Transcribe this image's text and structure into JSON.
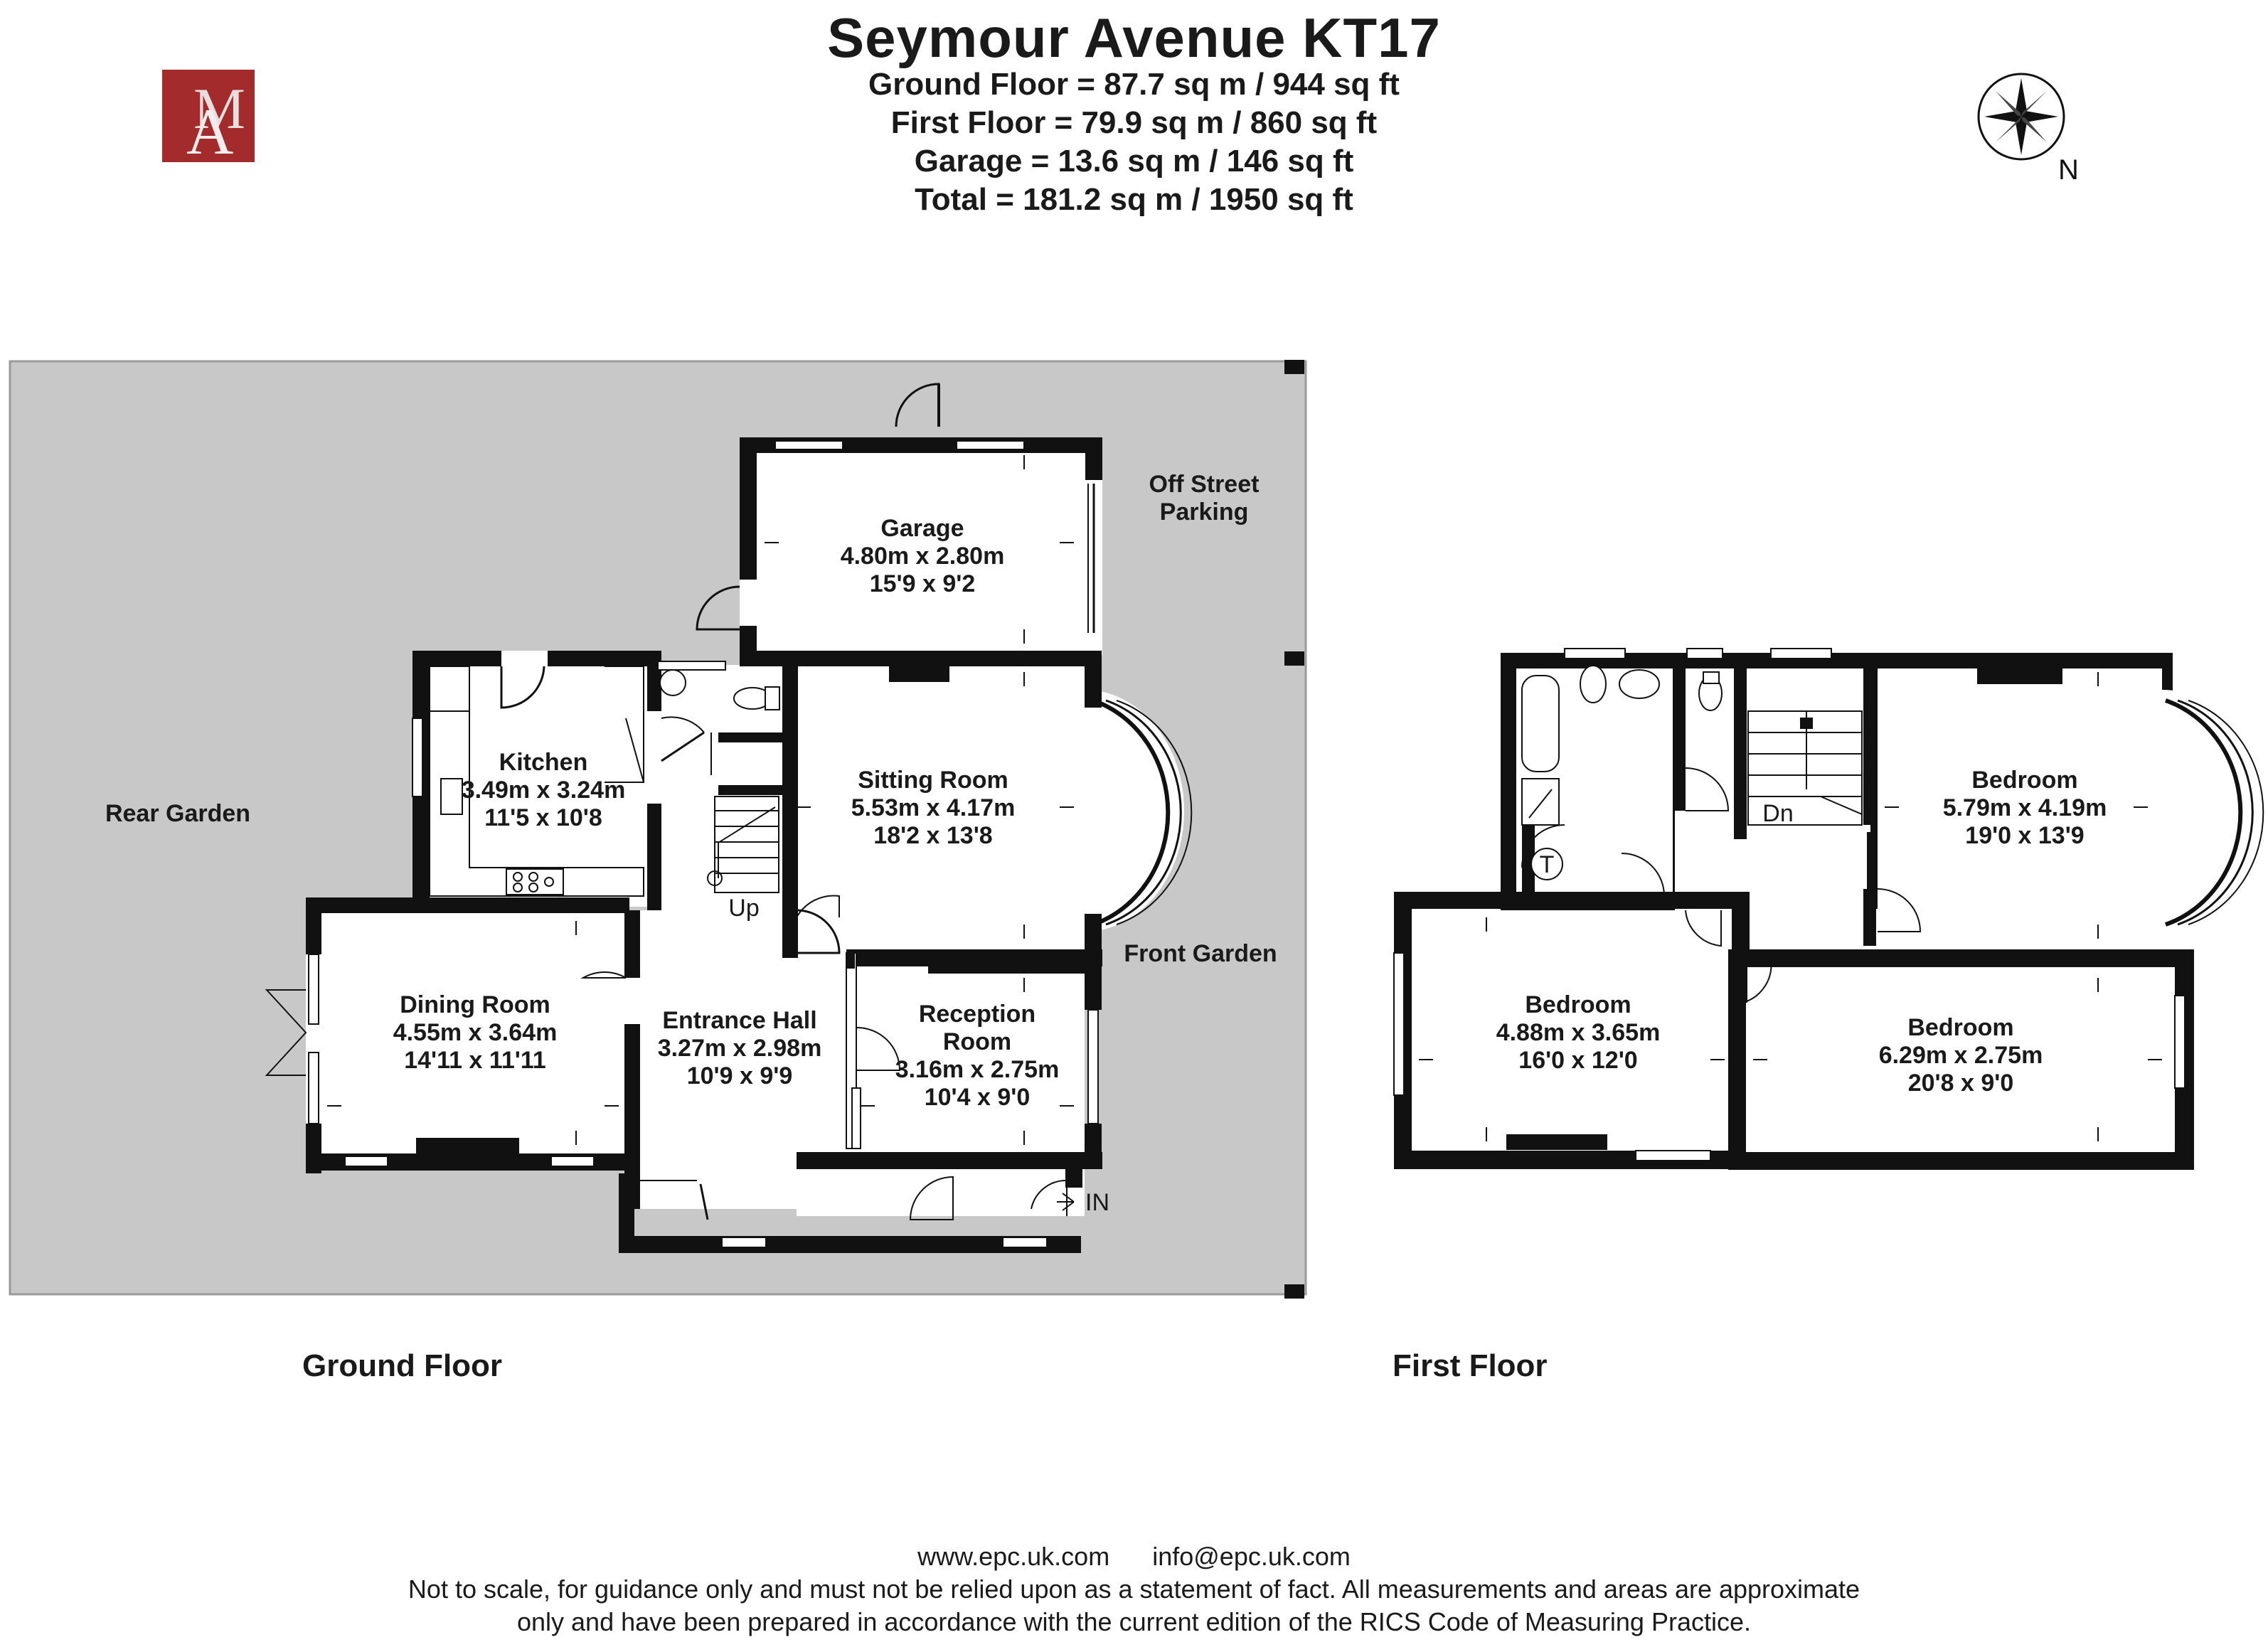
{
  "header": {
    "title": "Seymour Avenue KT17",
    "areas": [
      "Ground Floor = 87.7 sq m / 944 sq ft",
      "First Floor = 79.9 sq m / 860 sq ft",
      "Garage  = 13.6 sq m / 146 sq ft",
      "Total  = 181.2 sq m / 1950 sq ft"
    ]
  },
  "compass": {
    "north_label": "N"
  },
  "outdoor": {
    "off_street_1": "Off Street",
    "off_street_2": "Parking",
    "rear_garden": "Rear Garden",
    "front_garden": "Front Garden",
    "entrance": "IN"
  },
  "ground_floor": {
    "label": "Ground Floor",
    "stairs": "Up",
    "rooms": {
      "garage": {
        "name": "Garage",
        "metric": "4.80m x 2.80m",
        "imperial": "15'9 x 9'2"
      },
      "kitchen": {
        "name": "Kitchen",
        "metric": "3.49m x 3.24m",
        "imperial": "11'5 x 10'8"
      },
      "sitting": {
        "name": "Sitting Room",
        "metric": "5.53m x 4.17m",
        "imperial": "18'2 x 13'8"
      },
      "dining": {
        "name": "Dining Room",
        "metric": "4.55m x 3.64m",
        "imperial": "14'11 x 11'11"
      },
      "hall": {
        "name": "Entrance Hall",
        "metric": "3.27m x 2.98m",
        "imperial": "10'9 x 9'9"
      },
      "reception": {
        "name1": "Reception",
        "name2": "Room",
        "metric": "3.16m x 2.75m",
        "imperial": "10'4 x 9'0"
      }
    }
  },
  "first_floor": {
    "label": "First Floor",
    "stairs": "Dn",
    "tank": "T",
    "rooms": {
      "bed1": {
        "name": "Bedroom",
        "metric": "5.79m x 4.19m",
        "imperial": "19'0 x 13'9"
      },
      "bed2": {
        "name": "Bedroom",
        "metric": "4.88m x 3.65m",
        "imperial": "16'0 x 12'0"
      },
      "bed3": {
        "name": "Bedroom",
        "metric": "6.29m x 2.75m",
        "imperial": "20'8 x 9'0"
      }
    }
  },
  "footer": {
    "website": "www.epc.uk.com",
    "email": "info@epc.uk.com",
    "line1": "Not to scale, for guidance only and must not be relied upon as a statement of fact. All measurements and areas are approximate",
    "line2": "only and have been prepared in accordance with the current edition of the RICS Code of Measuring Practice."
  },
  "colors": {
    "wall": "#111111",
    "garden": "#c8c8c8",
    "logo": "#a32b2b",
    "floor": "#ffffff"
  }
}
